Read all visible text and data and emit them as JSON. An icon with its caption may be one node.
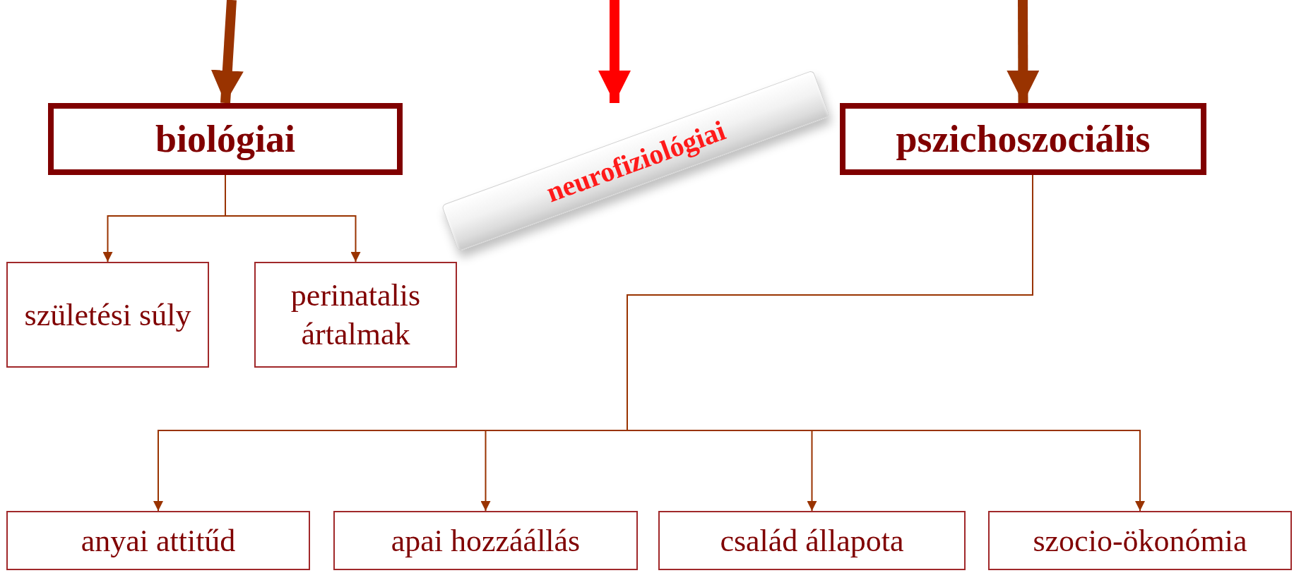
{
  "diagram": {
    "nodes": [
      {
        "text": [
          "biológiai"
        ]
      },
      {
        "text": [
          "neurofiziológiai"
        ]
      },
      {
        "text": [
          "pszichoszociális"
        ]
      },
      {
        "text": [
          "születési súly"
        ]
      },
      {
        "text": [
          "perinatalis ártalmak"
        ]
      },
      {
        "text": [
          "anyai attitűd"
        ]
      },
      {
        "text": [
          "apai hozzáállás"
        ]
      },
      {
        "text": [
          "család állapota"
        ]
      },
      {
        "text": [
          "szocio-ökonómia"
        ]
      }
    ],
    "edges": [
      {
        "from": null,
        "to": 0,
        "arrow": "to",
        "style": "thick"
      },
      {
        "from": null,
        "to": 1,
        "arrow": "to",
        "style": "thick",
        "color": "#ff0000"
      },
      {
        "from": null,
        "to": 2,
        "arrow": "to",
        "style": "thick"
      },
      {
        "from": 0,
        "to": 3,
        "arrow": "to"
      },
      {
        "from": 0,
        "to": 4,
        "arrow": "to"
      },
      {
        "from": 2,
        "to": 5,
        "arrow": "to"
      },
      {
        "from": 2,
        "to": 6,
        "arrow": "to"
      },
      {
        "from": 2,
        "to": 7,
        "arrow": "to"
      },
      {
        "from": 2,
        "to": 8,
        "arrow": "to"
      }
    ]
  }
}
